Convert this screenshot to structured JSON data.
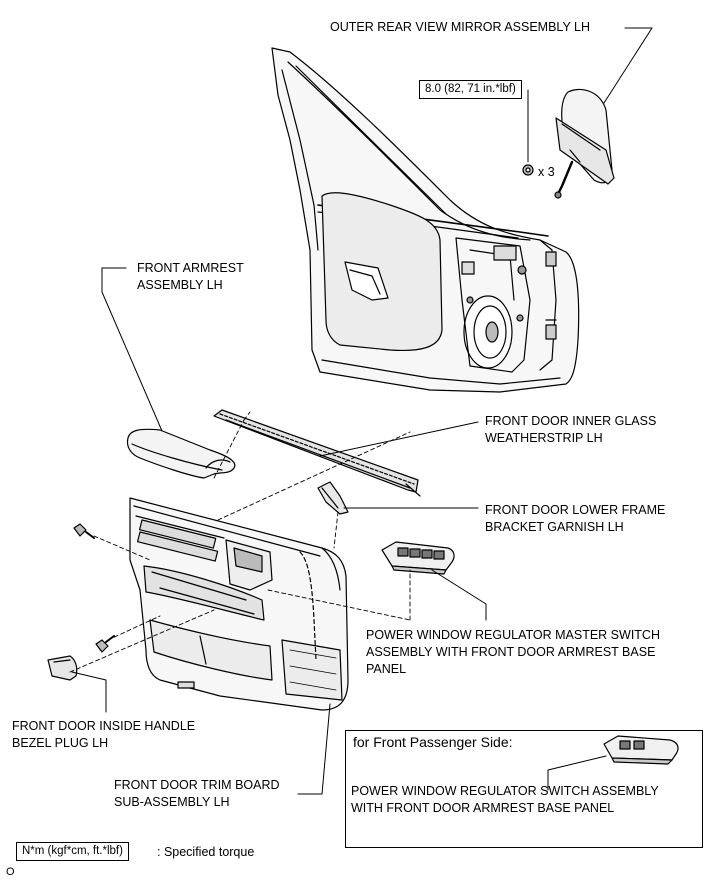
{
  "labels": {
    "mirror_line1": "OUTER REAR VIEW MIRROR ASSEMBLY LH",
    "torque_value": "8.0 (82, 71 in.*lbf)",
    "qty": "x 3",
    "armrest_line1": "FRONT ARMREST",
    "armrest_line2": "ASSEMBLY LH",
    "weatherstrip_line1": "FRONT DOOR INNER GLASS",
    "weatherstrip_line2": "WEATHERSTRIP LH",
    "garnish_line1": "FRONT DOOR LOWER FRAME",
    "garnish_line2": "BRACKET GARNISH LH",
    "master_line1": "POWER WINDOW REGULATOR MASTER SWITCH",
    "master_line2": "ASSEMBLY WITH FRONT DOOR ARMREST BASE",
    "master_line3": "PANEL",
    "plug_line1": "FRONT DOOR INSIDE HANDLE",
    "plug_line2": "BEZEL PLUG LH",
    "trim_line1": "FRONT DOOR TRIM BOARD",
    "trim_line2": "SUB-ASSEMBLY LH",
    "passenger_title": "for Front Passenger Side:",
    "switch_line1": "POWER WINDOW REGULATOR SWITCH ASSEMBLY",
    "switch_line2": "WITH FRONT DOOR ARMREST BASE PANEL",
    "legend_units": "N*m (kgf*cm, ft.*lbf)",
    "legend_text": ": Specified torque",
    "figure_code": "O"
  },
  "colors": {
    "line": "#000000",
    "part_fill": "#f4f4f4",
    "shade": "#cfcfcf",
    "dark": "#555555"
  }
}
